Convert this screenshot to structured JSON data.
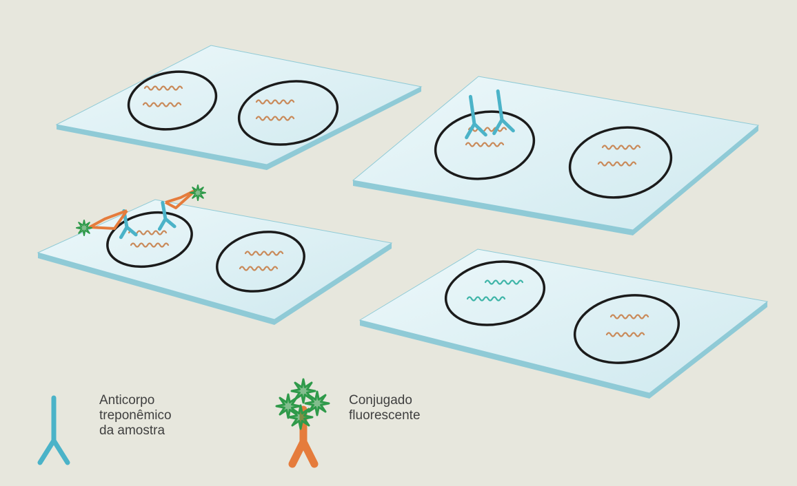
{
  "colors": {
    "background": "#e7e7dd",
    "slide_top": "#dff1f4",
    "slide_edge": "#8fcad6",
    "well_outline": "#1b1b1b",
    "treponema": "#c98a5a",
    "treponema_fluorescent": "#3fb5a8",
    "antibody": "#4bb3c8",
    "conjugate": "#e57c3c",
    "fluorophore": "#2f9a4a"
  },
  "panels": [
    {
      "id": "slide-1",
      "antibodies": 0,
      "conjugates": 0,
      "fluorescent": false
    },
    {
      "id": "slide-2",
      "antibodies": 2,
      "conjugates": 0,
      "fluorescent": false
    },
    {
      "id": "slide-3",
      "antibodies": 2,
      "conjugates": 2,
      "fluorescent": false
    },
    {
      "id": "slide-4",
      "antibodies": 0,
      "conjugates": 0,
      "fluorescent": true
    }
  ],
  "legend": {
    "antibody": {
      "icon": "antibody-icon",
      "lines": [
        "Anticorpo",
        "treponêmico",
        "da amostra"
      ]
    },
    "conjugate": {
      "icon": "fluorescent-conjugate-icon",
      "lines": [
        "Conjugado",
        "fluorescente"
      ]
    }
  }
}
